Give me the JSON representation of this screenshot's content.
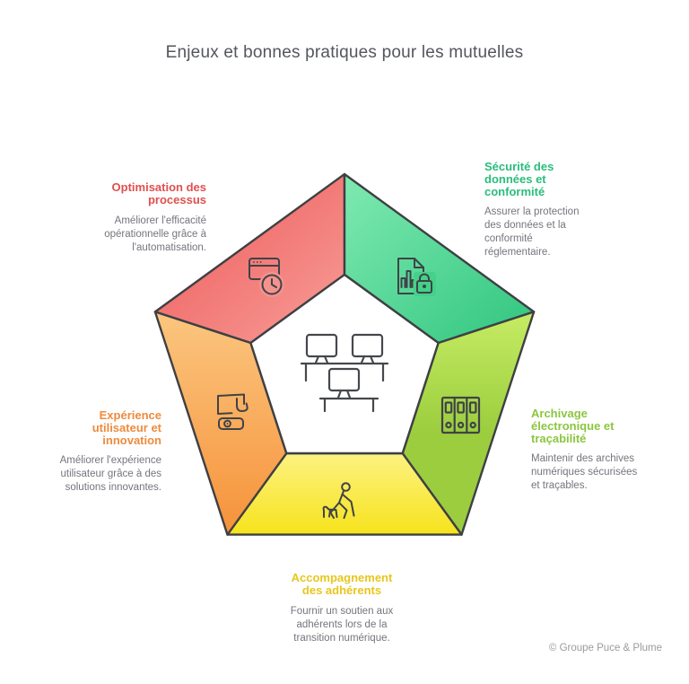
{
  "header": {
    "title": "Enjeux et bonnes pratiques pour les mutuelles"
  },
  "footer": {
    "copyright": "© Groupe Puce & Plume"
  },
  "colors": {
    "outline": "#3e4043",
    "icon_stroke": "#3f4347",
    "title_text": "#54565e",
    "description_text": "#74757d",
    "copyright_text": "#9b9b9b"
  },
  "center": {
    "icon": "workstations-icon"
  },
  "segments": [
    {
      "id": "optimisation",
      "position": "top-left",
      "title": "Optimisation des\nprocessus",
      "description": "Améliorer l'efficacité\nopérationnelle grâce à\nl'automatisation.",
      "title_color": "#e0504f",
      "gradient": {
        "from": "#ec5658",
        "to": "#f89e97"
      },
      "icon": "browser-clock-icon"
    },
    {
      "id": "securite",
      "position": "top-right",
      "title": "Sécurité des\ndonnées et\nconformité",
      "description": "Assurer la protection\ndes données et la\nconformité\nréglementaire.",
      "title_color": "#2abd7c",
      "gradient": {
        "from": "#7feab1",
        "to": "#30c57f"
      },
      "icon": "secure-document-icon"
    },
    {
      "id": "archivage",
      "position": "right",
      "title": "Archivage\nélectronique et\ntraçabilité",
      "description": "Maintenir des archives\nnumériques sécurisées\net traçables.",
      "title_color": "#8cc63f",
      "gradient": {
        "from": "#c6ec63",
        "to": "#9bcd3e"
      },
      "icon": "binders-icon"
    },
    {
      "id": "accompagnement",
      "position": "bottom",
      "title": "Accompagnement\ndes adhérents",
      "description": "Fournir un soutien aux\nadhérents lors de la\ntransition numérique.",
      "title_color": "#e8c61e",
      "gradient": {
        "from": "#fdf282",
        "to": "#f6e31c"
      },
      "icon": "person-assistance-icon"
    },
    {
      "id": "experience",
      "position": "left",
      "title": "Expérience\nutilisateur et\ninnovation",
      "description": "Améliorer l'expérience\nutilisateur grâce à des\nsolutions innovantes.",
      "title_color": "#ee8b3d",
      "gradient": {
        "from": "#fbc67f",
        "to": "#f6923a"
      },
      "icon": "touchscreen-icon"
    }
  ]
}
